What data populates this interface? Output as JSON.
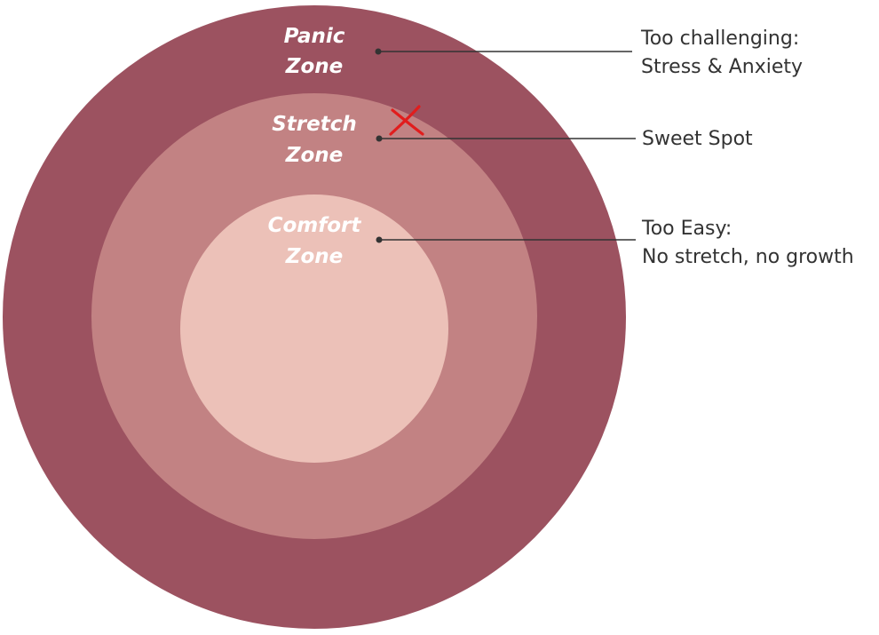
{
  "colors": {
    "panic": "#9c5260",
    "stretch": "#c28283",
    "comfort": "#ecc1b8",
    "zone_text": "#ffffff",
    "annotation_text": "#333333",
    "marker": "#e11d1d"
  },
  "zones": {
    "panic": {
      "line1": "Panic",
      "line2": "Zone"
    },
    "stretch": {
      "line1": "Stretch",
      "line2": "Zone"
    },
    "comfort": {
      "line1": "Comfort",
      "line2": "Zone"
    }
  },
  "annotations": {
    "panic": {
      "line1": "Too challenging:",
      "line2": "Stress & Anxiety"
    },
    "stretch": {
      "line1": "Sweet Spot"
    },
    "comfort": {
      "line1": "Too Easy:",
      "line2": "No stretch, no growth"
    }
  },
  "marker": {
    "icon": "x-mark-icon"
  }
}
